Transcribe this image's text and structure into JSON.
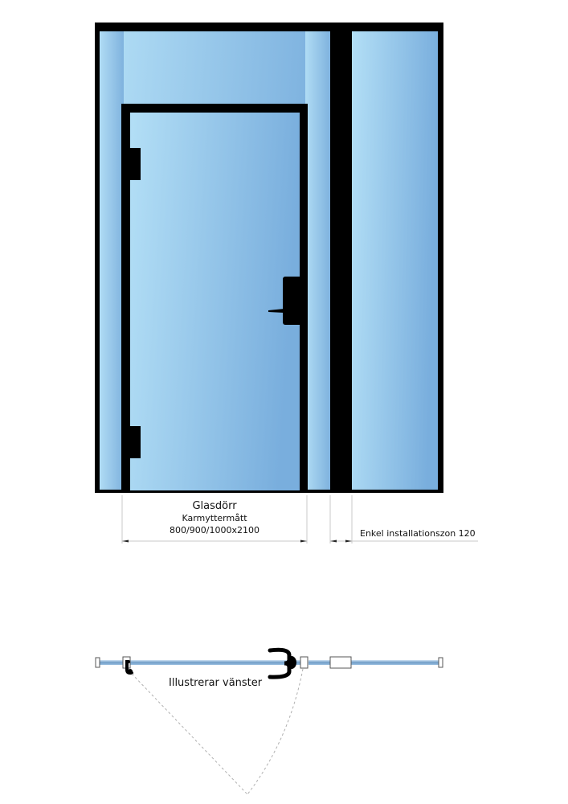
{
  "elevation": {
    "door_title": "Glasdörr",
    "door_subtitle": "Karmyttermått",
    "door_sizes": "800/900/1000x2100",
    "install_zone": "Enkel installationszon 120"
  },
  "plan": {
    "caption": "Illustrerar vänster"
  },
  "colors": {
    "frame": "#000000",
    "glass_light": "#b3dff6",
    "glass_dark": "#79aedd",
    "dimension_line": "#c8c8c8",
    "swing_line": "#b0b0b0"
  }
}
